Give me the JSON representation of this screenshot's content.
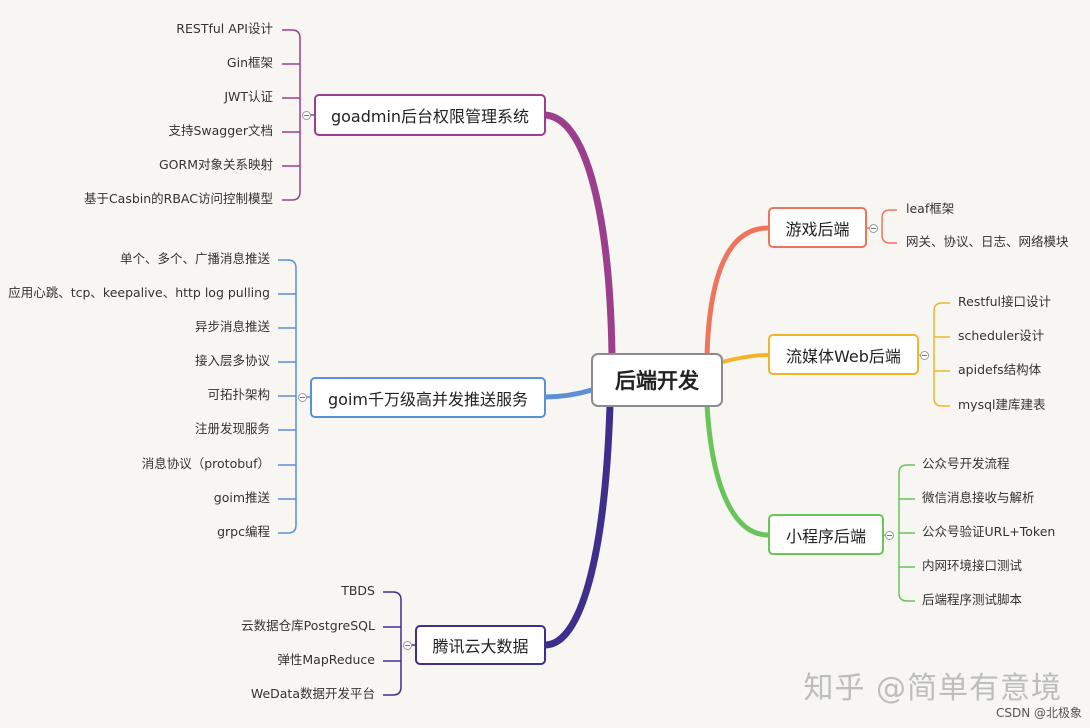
{
  "root": "后端开发",
  "branches": [
    {
      "key": "goadmin",
      "label": "goadmin后台权限管理系统",
      "color": "#9b3f8c",
      "children": [
        "RESTful API设计",
        "Gin框架",
        "JWT认证",
        "支持Swagger文档",
        "GORM对象关系映射",
        "基于Casbin的RBAC访问控制模型"
      ]
    },
    {
      "key": "goim",
      "label": "goim千万级高并发推送服务",
      "color": "#5b8fd6",
      "children": [
        "单个、多个、广播消息推送",
        "应用心跳、tcp、keepalive、http log pulling",
        "异步消息推送",
        "接入层多协议",
        "可拓扑架构",
        "注册发现服务",
        "消息协议（protobuf）",
        "goim推送",
        "grpc编程"
      ]
    },
    {
      "key": "tencent",
      "label": "腾讯云大数据",
      "color": "#3e2f8c",
      "children": [
        "TBDS",
        "云数据仓库PostgreSQL",
        "弹性MapReduce",
        "WeData数据开发平台"
      ]
    },
    {
      "key": "game",
      "label": "游戏后端",
      "color": "#f0735e",
      "children": [
        "leaf框架",
        "网关、协议、日志、网络模块"
      ]
    },
    {
      "key": "stream",
      "label": "流媒体Web后端",
      "color": "#f1b52a",
      "children": [
        "Restful接口设计",
        "scheduler设计",
        "apidefs结构体",
        "mysql建库建表"
      ]
    },
    {
      "key": "mini",
      "label": "小程序后端",
      "color": "#69c45a",
      "children": [
        "公众号开发流程",
        "微信消息接收与解析",
        "公众号验证URL+Token",
        "内网环境接口测试",
        "后端程序测试脚本"
      ]
    }
  ],
  "watermark": "知乎 @简单有意境",
  "credit": "CSDN @北极象"
}
